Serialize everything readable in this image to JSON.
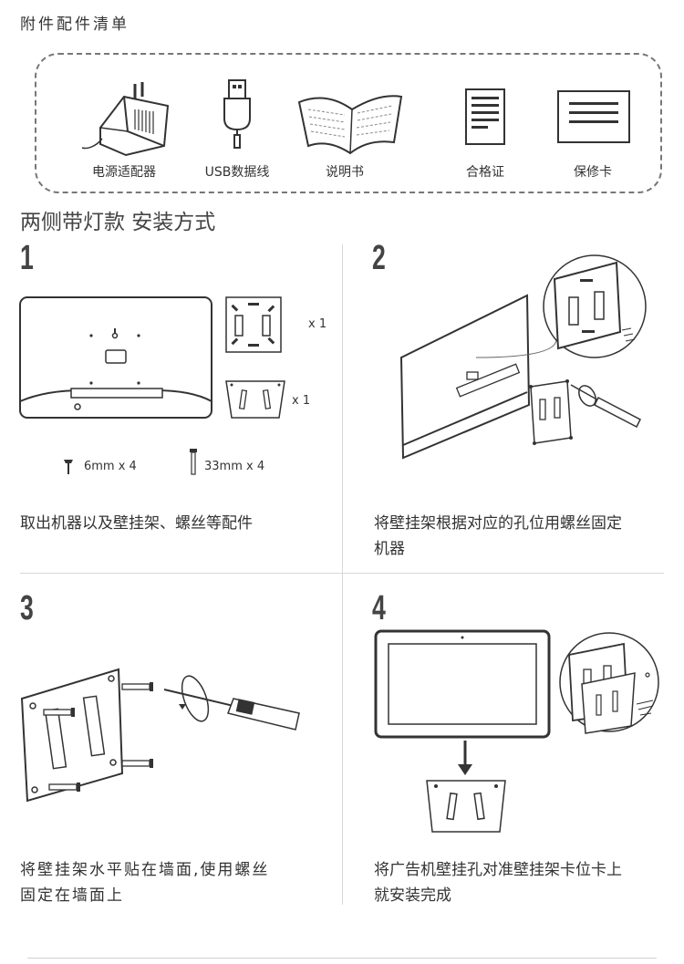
{
  "accessories": {
    "title": "附件配件清单",
    "items": [
      {
        "label": "电源适配器",
        "icon": "power-adapter-icon"
      },
      {
        "label": "USB数据线",
        "icon": "usb-cable-icon"
      },
      {
        "label": "说明书",
        "icon": "manual-icon"
      },
      {
        "label": "合格证",
        "icon": "certificate-icon"
      },
      {
        "label": "保修卡",
        "icon": "warranty-card-icon"
      }
    ]
  },
  "install": {
    "title": "两侧带灯款 安装方式",
    "steps": [
      {
        "number": "1",
        "text": "取出机器以及壁挂架、螺丝等配件",
        "parts": {
          "bracket_large_qty": "x 1",
          "bracket_small_qty": "x 1",
          "screw_short": "6mm x 4",
          "screw_long": "33mm x 4"
        }
      },
      {
        "number": "2",
        "text_line1": "将壁挂架根据对应的孔位用螺丝固定",
        "text_line2": "机器"
      },
      {
        "number": "3",
        "text_line1": "将壁挂架水平贴在墙面,使用螺丝",
        "text_line2": "固定在墙面上"
      },
      {
        "number": "4",
        "text_line1": "将广告机壁挂孔对准壁挂架卡位卡上",
        "text_line2": "就安装完成"
      }
    ]
  }
}
